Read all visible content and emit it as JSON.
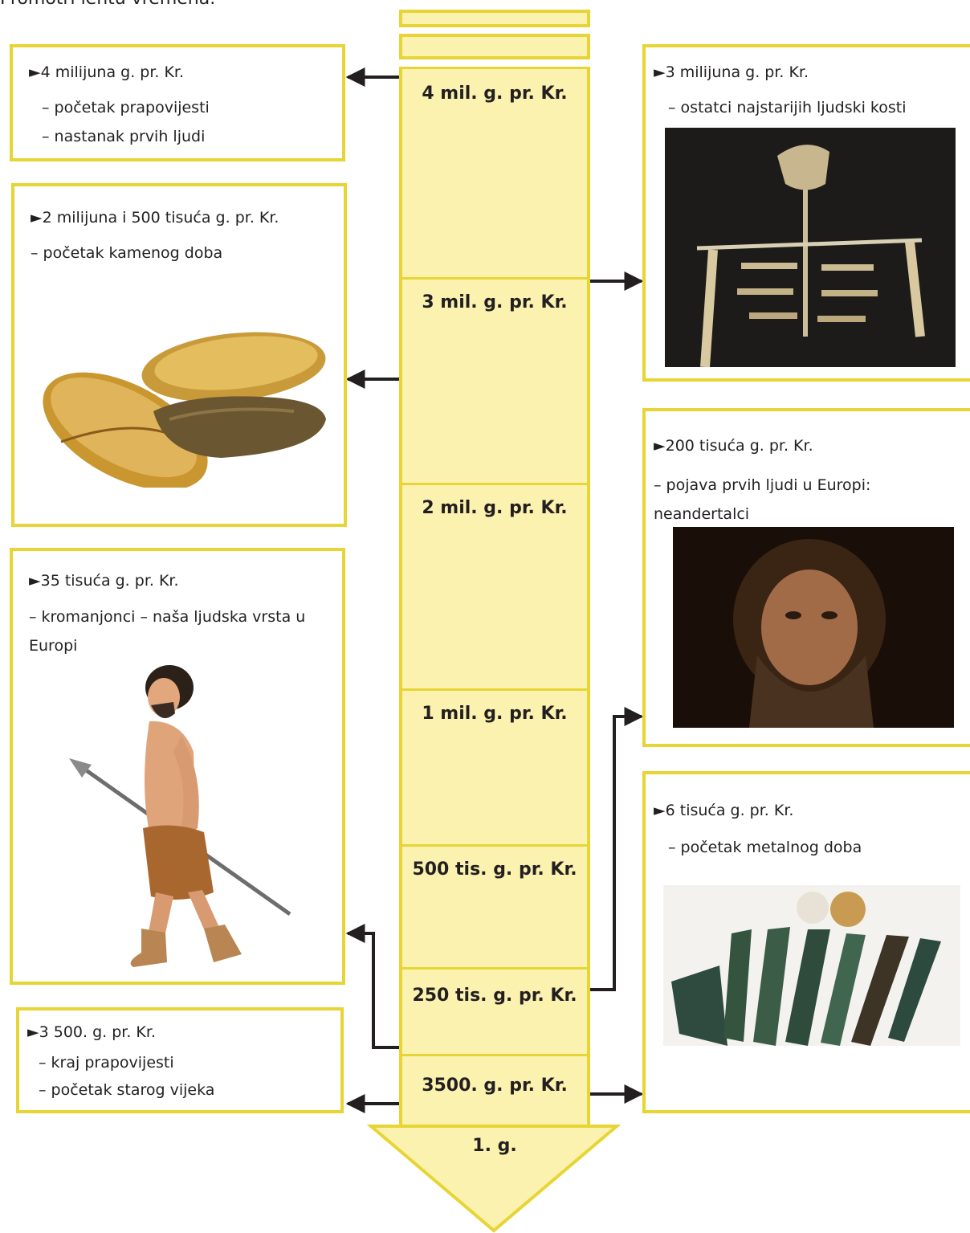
{
  "intro": "Promotri lentu vremena.",
  "timeline": {
    "segments": [
      "4 mil. g. pr. Kr.",
      "3 mil. g. pr. Kr.",
      "2 mil. g. pr. Kr.",
      "1 mil. g. pr. Kr.",
      "500 tis. g. pr. Kr.",
      "250 tis. g. pr. Kr.",
      "3500. g. pr. Kr."
    ],
    "end_label": "1. g."
  },
  "events": {
    "e1": {
      "date": "►4 milijuna g. pr. Kr.",
      "lines": [
        "– početak prapovijesti",
        "– nastanak prvih ljudi"
      ]
    },
    "e2": {
      "date": "►2 milijuna i 500 tisuća g. pr. Kr.",
      "lines": [
        "– početak kamenog doba"
      ]
    },
    "e3": {
      "date": "►35 tisuća g. pr. Kr.",
      "text": "– kromanjonci – naša ljudska vrsta u Europi"
    },
    "e4": {
      "date": "►3 500. g. pr. Kr.",
      "lines": [
        "– kraj prapovijesti",
        "– početak starog vijeka"
      ]
    },
    "e5": {
      "date": "►3 milijuna g. pr. Kr.",
      "lines": [
        "– ostatci najstarijih ljudski kosti"
      ]
    },
    "e6": {
      "date": "►200 tisuća g. pr. Kr.",
      "text": "– pojava prvih ljudi u Europi: neandertalci"
    },
    "e7": {
      "date": "►6 tisuća g. pr. Kr.",
      "lines": [
        "– početak metalnog doba"
      ]
    }
  },
  "colors": {
    "border": "#e6d534",
    "segment_fill": "#fcf2b0",
    "arrow": "#231f20"
  }
}
